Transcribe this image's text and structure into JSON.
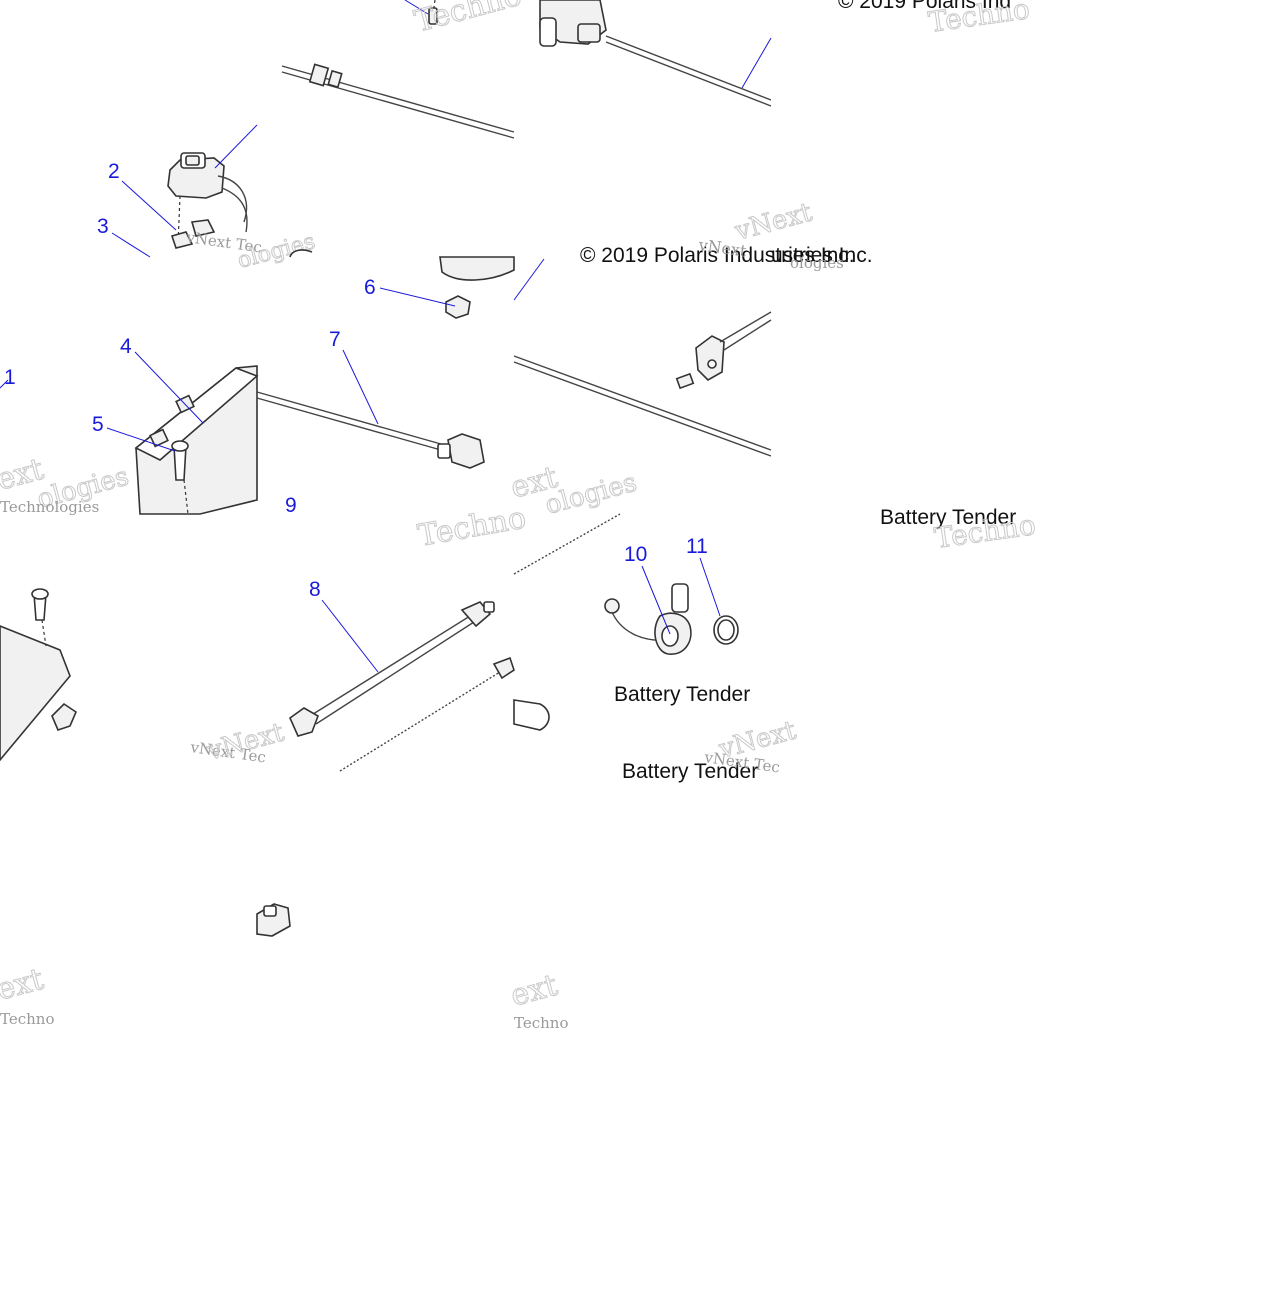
{
  "diagram": {
    "callouts": [
      "1",
      "2",
      "3",
      "4",
      "5",
      "6",
      "7",
      "8",
      "9",
      "10",
      "11"
    ],
    "captions": {
      "copyright_full": "© 2019 Polaris Industries Inc.",
      "copyright_top": "© 2019 Polaris Ind",
      "copyright_overlap": "ustries Inc.",
      "battery_tender": "Battery Tender",
      "battery_tender_cut": "Battery Tender"
    },
    "watermark": {
      "brand": "vNext",
      "word": "Technologies",
      "short_tech": "Techno",
      "short_vnext": "vNext Tec",
      "chunk_ologies": "ologies",
      "chunk_ext": "ext"
    },
    "colors": {
      "callout": "#1a1adb",
      "line": "#333333",
      "watermark": "#9a9a9a",
      "background": "#ffffff"
    }
  }
}
